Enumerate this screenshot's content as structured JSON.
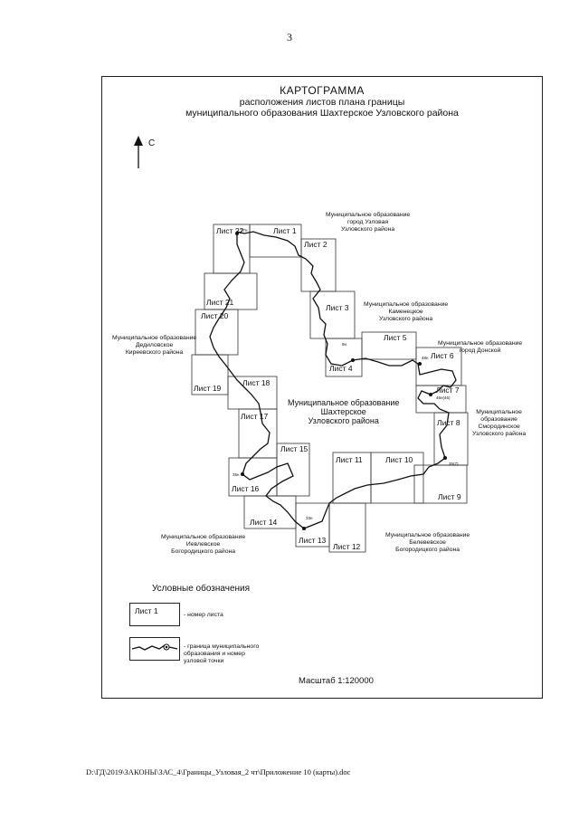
{
  "page_number": "3",
  "title": {
    "line1": "КАРТОГРАММА",
    "line2": "расположения листов плана границы",
    "line3": "муниципального образования Шахтерское Узловского района"
  },
  "north_label": "С",
  "sheets": [
    {
      "id": "sheet-1",
      "label": "Лист 1"
    },
    {
      "id": "sheet-2",
      "label": "Лист 2"
    },
    {
      "id": "sheet-3",
      "label": "Лист 3"
    },
    {
      "id": "sheet-4",
      "label": "Лист 4"
    },
    {
      "id": "sheet-5",
      "label": "Лист 5"
    },
    {
      "id": "sheet-6",
      "label": "Лист 6"
    },
    {
      "id": "sheet-7",
      "label": "Лист 7"
    },
    {
      "id": "sheet-8",
      "label": "Лист 8"
    },
    {
      "id": "sheet-9",
      "label": "Лист 9"
    },
    {
      "id": "sheet-10",
      "label": "Лист 10"
    },
    {
      "id": "sheet-11",
      "label": "Лист 11"
    },
    {
      "id": "sheet-12",
      "label": "Лист 12"
    },
    {
      "id": "sheet-13",
      "label": "Лист 13"
    },
    {
      "id": "sheet-14",
      "label": "Лист 14"
    },
    {
      "id": "sheet-15",
      "label": "Лист 15"
    },
    {
      "id": "sheet-16",
      "label": "Лист 16"
    },
    {
      "id": "sheet-17",
      "label": "Лист 17"
    },
    {
      "id": "sheet-18",
      "label": "Лист 18"
    },
    {
      "id": "sheet-19",
      "label": "Лист 19"
    },
    {
      "id": "sheet-20",
      "label": "Лист 20"
    },
    {
      "id": "sheet-21",
      "label": "Лист 21"
    },
    {
      "id": "sheet-22",
      "label": "Лист 22"
    }
  ],
  "point_labels": [
    "37н",
    "9н",
    "48н",
    "46н(46)",
    "35(7)",
    "33н",
    "35н"
  ],
  "neighbors": {
    "uzlovaya": [
      "Муниципальное образование",
      "город Узловая",
      "Узловского района"
    ],
    "kamenetskoe": [
      "Муниципальное образование",
      "Каменецкое",
      "Узловского района"
    ],
    "donskoy": [
      "Муниципальное образование",
      "город Донской"
    ],
    "smorodinskoe": [
      "Муниципальное",
      "образование",
      "Смородинское",
      "Узловского района"
    ],
    "dedilovskoe": [
      "Муниципальное образование",
      "Дедиловское",
      "Киреевского района"
    ],
    "ivankovskoe": [
      "Муниципальное образование",
      "Иевлевское",
      "Богородицкого района"
    ],
    "belevskoe": [
      "Муниципальное образование",
      "Белевевское",
      "Богородицкого района"
    ]
  },
  "main_area": [
    "Муниципальное образование",
    "Шахтерское",
    "Узловского района"
  ],
  "legend": {
    "title": "Условные обозначения",
    "sheet_sample": "Лист 1",
    "sheet_desc": "- номер листа",
    "boundary_desc": [
      "- граница муниципального",
      "образования и номер",
      "узловой точки"
    ]
  },
  "scale": "Масштаб 1:120000",
  "footer": "D:\\ГД\\2019\\ЗАКОНЫ\\ЗАС_4\\Границы_Узловая_2 чт\\Приложение 10 (карты).doc"
}
